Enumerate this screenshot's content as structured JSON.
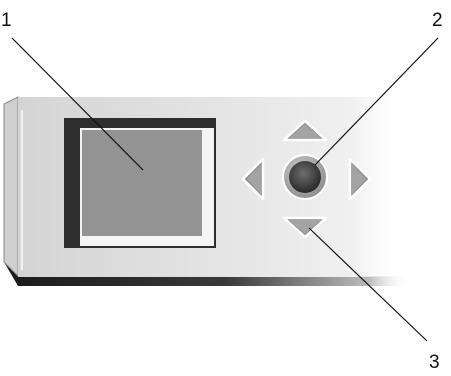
{
  "callouts": [
    {
      "number": "1",
      "target": "lcd-screen"
    },
    {
      "number": "2",
      "target": "select-button"
    },
    {
      "number": "3",
      "target": "scroll-buttons"
    }
  ],
  "colors": {
    "panel_face_light": "#e9e9e9",
    "panel_face_dark": "#bdbdbd",
    "panel_shadow": "#222222",
    "screen_gray": "#939393",
    "bezel_dark": "#2e2e2e",
    "button_gray": "#9a9a9a",
    "select_button_dark": "#4a4a4a",
    "leader_line": "#111111"
  },
  "icons": [
    "up-arrow-icon",
    "down-arrow-icon",
    "left-arrow-icon",
    "right-arrow-icon",
    "select-button-icon"
  ]
}
